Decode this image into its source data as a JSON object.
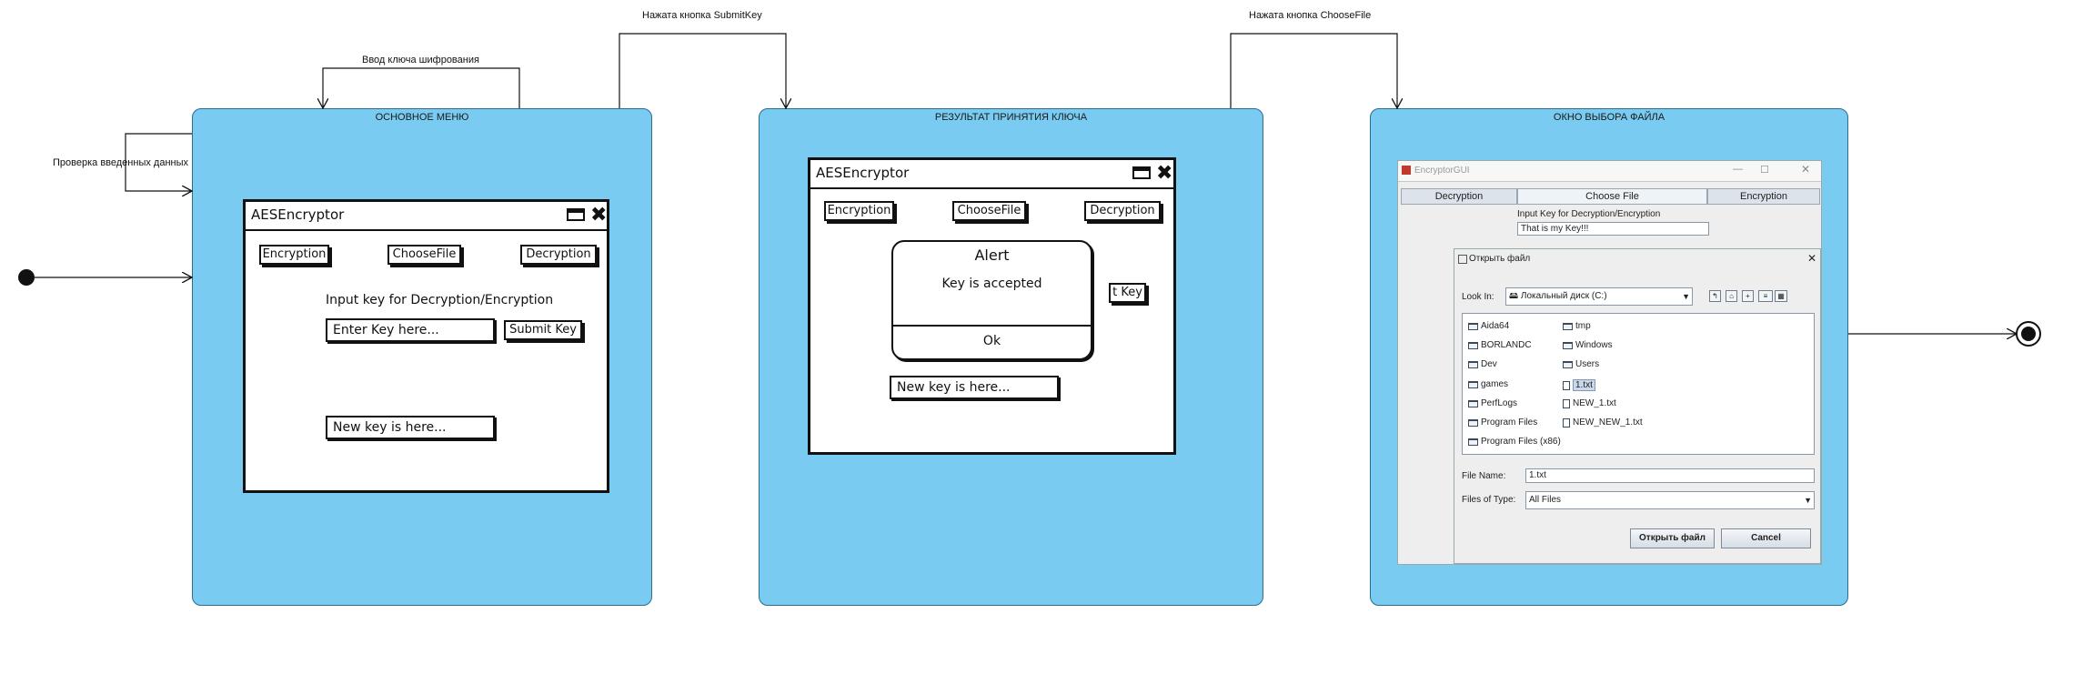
{
  "states": {
    "main": {
      "title": "ОСНОВНОЕ МЕНЮ",
      "window": {
        "title": "AESEncryptor",
        "buttons": [
          "Encryption",
          "ChooseFile",
          "Decryption"
        ],
        "prompt": "Input key for Decryption/Encryption",
        "key_placeholder": "Enter Key here...",
        "submit_label": "Submit Key",
        "new_key": "New key is here..."
      }
    },
    "result": {
      "title": "РЕЗУЛЬТАТ ПРИНЯТИЯ КЛЮЧА",
      "window": {
        "title": "AESEncryptor",
        "buttons": [
          "Encryption",
          "ChooseFile",
          "Decryption"
        ],
        "partial_button": "t Key",
        "new_key": "New key is here..."
      },
      "alert": {
        "title": "Alert",
        "message": "Key is accepted",
        "ok_label": "Ok"
      }
    },
    "filechooser": {
      "title": "ОКНО ВЫБОРА ФАЙЛА",
      "app": {
        "title": "EncryptorGUI",
        "tabs": [
          "Decryption",
          "Choose File",
          "Encryption"
        ],
        "prompt": "Input Key for Decryption/Encryption",
        "key_value": "That is my Key!!!"
      },
      "dialog": {
        "title": "Открыть файл",
        "look_in_label": "Look In:",
        "look_in_value": "Локальный диск (C:)",
        "files_col1": [
          "Aida64",
          "BORLANDC",
          "Dev",
          "games",
          "PerfLogs",
          "Program Files",
          "Program Files (x86)"
        ],
        "files_col2": [
          "tmp",
          "Windows",
          "Users",
          "1.txt",
          "NEW_1.txt",
          "NEW_NEW_1.txt"
        ],
        "file_name_label": "File Name:",
        "file_name_value": "1.txt",
        "files_of_type_label": "Files of Type:",
        "files_of_type_value": "All Files",
        "open_label": "Открыть файл",
        "cancel_label": "Cancel"
      }
    }
  },
  "transitions": {
    "enter_key": "Ввод ключа шифрования",
    "check_input": "Проверка введенных данных",
    "submit_key": "Нажата кнопка SubmitKey",
    "choose_file": "Нажата кнопка ChooseFile"
  }
}
